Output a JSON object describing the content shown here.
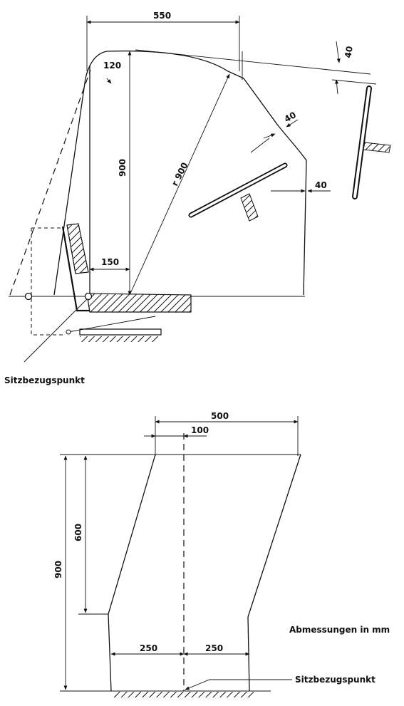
{
  "side_view": {
    "dim_top_width": "550",
    "dim_radius_corner": "120",
    "dim_height": "900",
    "dim_radius": "r 900",
    "dim_seat_offset": "150",
    "dim_clearance_wheel": "40",
    "dim_clearance_roof": "40",
    "dim_clearance_front": "40",
    "seat_reference_label": "Sitzbezugspunkt"
  },
  "front_view": {
    "dim_top_width": "500",
    "dim_offset": "100",
    "dim_height_total": "900",
    "dim_height_upper": "600",
    "dim_half_left": "250",
    "dim_half_right": "250",
    "units_note": "Abmessungen in mm",
    "seat_reference_label": "Sitzbezugspunkt"
  }
}
